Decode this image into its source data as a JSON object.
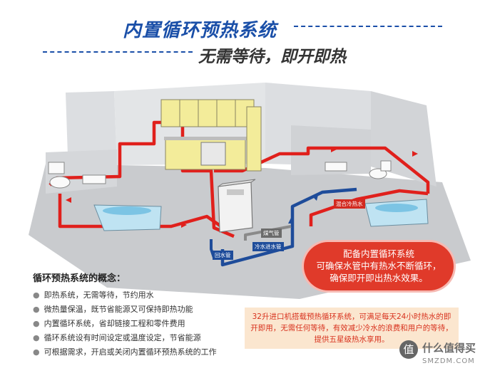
{
  "header": {
    "title": "内置循环预热系统",
    "subtitle": "无需等待，即开即热"
  },
  "diagram": {
    "labels": {
      "hot_mix": "混合冷热水",
      "gas_pipe": "煤气管",
      "cold_in": "冷水进水管",
      "return": "回水管"
    },
    "colors": {
      "hot_pipe": "#e0201c",
      "cold_pipe": "#1e4c9a",
      "gas_pipe": "#8a8a8a",
      "wall": "#d7d9dc",
      "floor": "#c7c9cc",
      "cabinet": "#f3ec9a"
    }
  },
  "concept": {
    "title": "循环预热系统的概念：",
    "items": [
      "即热系统，无需等待，节约用水",
      "微热量保温，既节省能源又可保持即热功能",
      "内置循环系统，省却链接工程和零件费用",
      "循环系统设有时间设定或温度设定，节省能源",
      "可根据需求，开启或关闭内置循环预热系统的工作"
    ]
  },
  "callout": {
    "line1": "配备内置循环系统",
    "line2": "可确保水管中有热水不断循环，",
    "line3": "确保即开即出热水效果。"
  },
  "note": {
    "text": "32升进口机搭载预热循环系统，可满足每天24小时热水的即开即用，无需任何等待，有效减少冷水的浪费和用户的等待，提供五星级热水享用。"
  },
  "watermark": {
    "icon": "值",
    "name": "什么值得买",
    "url": "SMZDM.COM"
  }
}
